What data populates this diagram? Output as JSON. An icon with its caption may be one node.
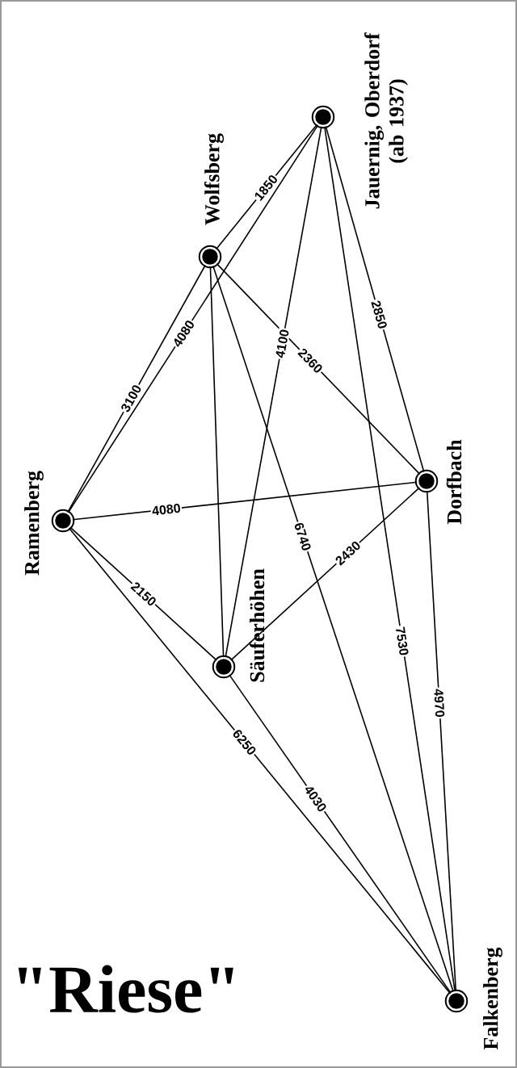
{
  "diagram": {
    "title": "\"Riese\"",
    "nodes": [
      {
        "text": [],
        "shape": "circle",
        "beside": [
          "Jauernig, Oberdorf (ab 1937)"
        ]
      },
      {
        "text": [],
        "shape": "circle",
        "beside": [
          "Wolfsberg"
        ]
      },
      {
        "text": [],
        "shape": "circle",
        "beside": [
          "Ramenberg"
        ]
      },
      {
        "text": [],
        "shape": "circle",
        "beside": [
          "Dorfbach"
        ]
      },
      {
        "text": [],
        "shape": "circle",
        "beside": [
          "Säuferhöhen"
        ]
      },
      {
        "text": [],
        "shape": "circle",
        "beside": [
          "Falkenberg"
        ]
      }
    ],
    "edges": [
      {
        "from": 1,
        "to": 0,
        "arrow": "none",
        "label": "1850"
      },
      {
        "from": 2,
        "to": 1,
        "arrow": "none",
        "label": "3100"
      },
      {
        "from": 2,
        "to": 0,
        "arrow": "none",
        "label": "4080"
      },
      {
        "from": 4,
        "to": 0,
        "arrow": "none",
        "label": "4100"
      },
      {
        "from": 1,
        "to": 3,
        "arrow": "none",
        "label": "2360"
      },
      {
        "from": 0,
        "to": 3,
        "arrow": "none",
        "label": "2850"
      },
      {
        "from": 2,
        "to": 3,
        "arrow": "none",
        "label": "4080"
      },
      {
        "from": 1,
        "to": 4,
        "arrow": "none"
      },
      {
        "from": 1,
        "to": 5,
        "arrow": "none",
        "label": "6740"
      },
      {
        "from": 4,
        "to": 3,
        "arrow": "none",
        "label": "2430"
      },
      {
        "from": 0,
        "to": 5,
        "arrow": "none",
        "label": "7530"
      },
      {
        "from": 3,
        "to": 5,
        "arrow": "none",
        "label": "4970"
      },
      {
        "from": 2,
        "to": 4,
        "arrow": "none",
        "label": "2150"
      },
      {
        "from": 2,
        "to": 5,
        "arrow": "none",
        "label": "6250"
      },
      {
        "from": 4,
        "to": 5,
        "arrow": "none",
        "label": "4030"
      }
    ]
  }
}
